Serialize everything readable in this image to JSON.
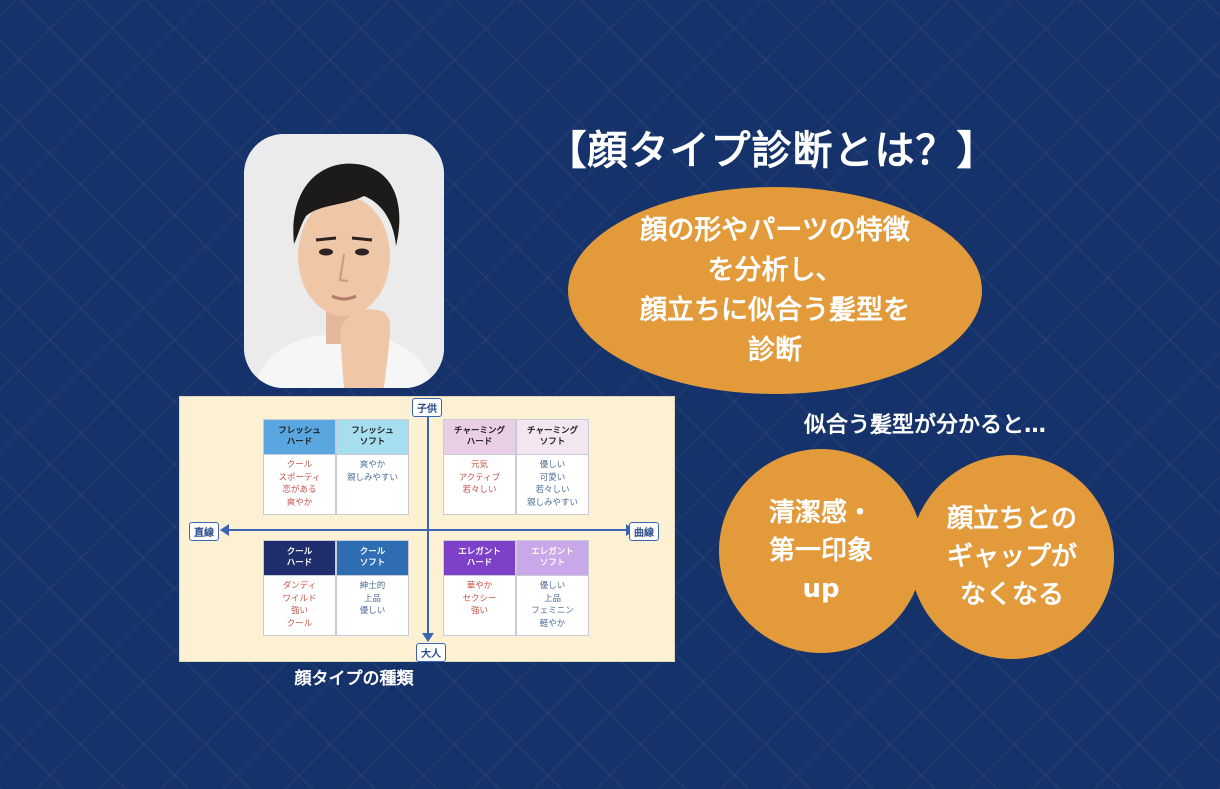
{
  "title": "【顔タイプ診断とは？】",
  "definition_lines": [
    "顔の形やパーツの特徴",
    "を分析し、",
    "顔立ちに似合う髪型を",
    "診断"
  ],
  "subheading": "似合う髪型が分かると…",
  "benefit1_lines": [
    "清潔感・",
    "第一印象",
    "up"
  ],
  "benefit2_lines": [
    "顔立ちとの",
    "ギャップが",
    "なくなる"
  ],
  "caption": "顔タイプの種類",
  "chart": {
    "axis_top": "子供",
    "axis_bottom": "大人",
    "axis_left": "直線",
    "axis_right": "曲線",
    "cells": [
      {
        "header": "フレッシュ\nハード",
        "items": [
          "クール",
          "スポーティ",
          "恋がある",
          "爽やか"
        ],
        "header_bg": "#5aa6e0",
        "header_color": "#1a1a1a",
        "text": "red"
      },
      {
        "header": "フレッシュ\nソフト",
        "items": [
          "爽やか",
          "親しみやすい"
        ],
        "header_bg": "#a6def0",
        "header_color": "#1a1a1a",
        "text": "blue"
      },
      {
        "header": "チャーミング\nハード",
        "items": [
          "元気",
          "アクティブ",
          "若々しい"
        ],
        "header_bg": "#e9cfe6",
        "header_color": "#1a1a1a",
        "text": "red"
      },
      {
        "header": "チャーミング\nソフト",
        "items": [
          "優しい",
          "可愛い",
          "若々しい",
          "親しみやすい"
        ],
        "header_bg": "#f4e6f1",
        "header_color": "#1a1a1a",
        "text": "blue"
      },
      {
        "header": "クール\nハード",
        "items": [
          "ダンディ",
          "ワイルド",
          "強い",
          "クール"
        ],
        "header_bg": "#1f2f6e",
        "header_color": "#ffffff",
        "text": "red"
      },
      {
        "header": "クール\nソフト",
        "items": [
          "紳士的",
          "上品",
          "優しい"
        ],
        "header_bg": "#2f6db3",
        "header_color": "#ffffff",
        "text": "blue"
      },
      {
        "header": "エレガント\nハード",
        "items": [
          "華やか",
          "セクシー",
          "強い"
        ],
        "header_bg": "#7e3fc9",
        "header_color": "#ffffff",
        "text": "red"
      },
      {
        "header": "エレガント\nソフト",
        "items": [
          "優しい",
          "上品",
          "フェミニン",
          "軽やか"
        ],
        "header_bg": "#c8a8e8",
        "header_color": "#ffffff",
        "text": "blue"
      }
    ]
  }
}
